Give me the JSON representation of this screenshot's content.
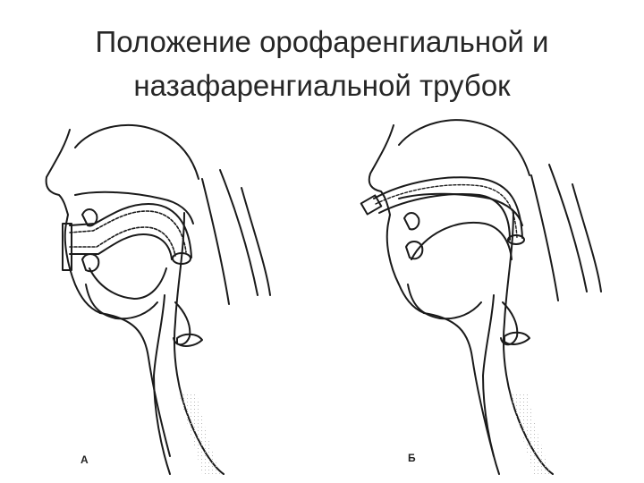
{
  "slide": {
    "title_line1": "Положение орофаренгиальной и",
    "title_line2": "назафаренгиальной трубок"
  },
  "panels": [
    {
      "label": "А"
    },
    {
      "label": "Б"
    }
  ],
  "colors": {
    "ink": "#1a1a1a",
    "title": "#262626",
    "background": "#ffffff"
  }
}
